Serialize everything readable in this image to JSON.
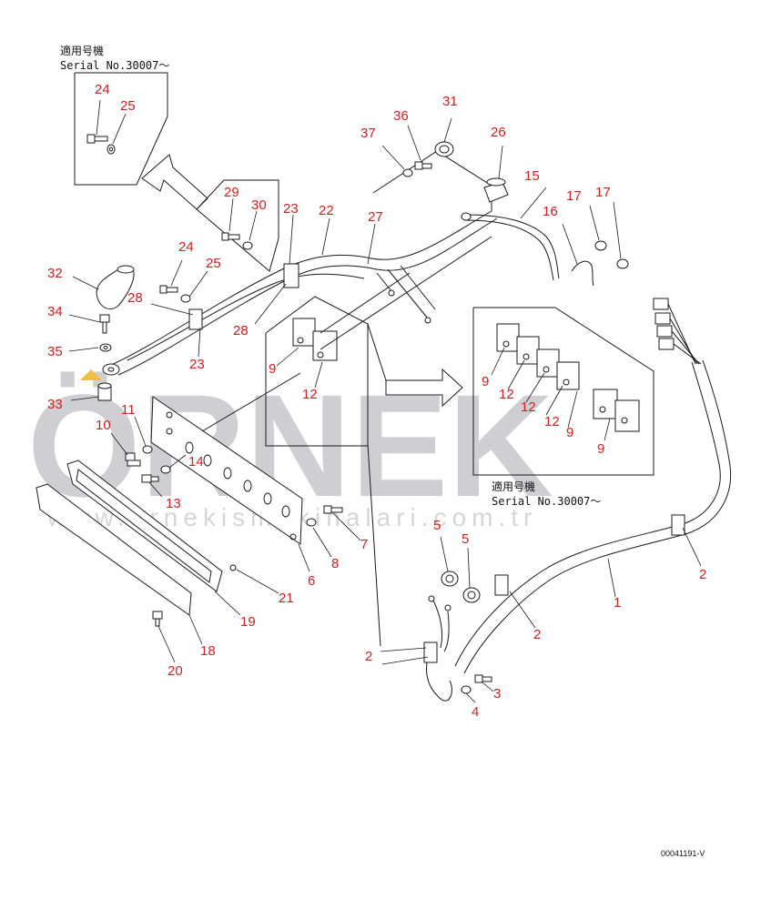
{
  "watermark": {
    "brand": "ÖRNEK",
    "url": "www.ornekismakinalari.com.tr",
    "accent_color": "#f0c040"
  },
  "notes": {
    "top_left_line1": "適用号機",
    "top_left_line2": "Serial No.30007～",
    "mid_right_line1": "適用号機",
    "mid_right_line2": "Serial No.30007～"
  },
  "drawing_code": "00041191-V",
  "callouts": {
    "c1": "1",
    "c2a": "2",
    "c2b": "2",
    "c2c": "2",
    "c3": "3",
    "c4": "4",
    "c5a": "5",
    "c5b": "5",
    "c6": "6",
    "c7": "7",
    "c8": "8",
    "c9a": "9",
    "c9b": "9",
    "c9c": "9",
    "c9d": "9",
    "c10": "10",
    "c11": "11",
    "c12a": "12",
    "c12b": "12",
    "c12c": "12",
    "c12d": "12",
    "c13": "13",
    "c14": "14",
    "c15": "15",
    "c16": "16",
    "c17a": "17",
    "c17b": "17",
    "c18": "18",
    "c19": "19",
    "c20": "20",
    "c21": "21",
    "c22": "22",
    "c23a": "23",
    "c23b": "23",
    "c24a": "24",
    "c24b": "24",
    "c25a": "25",
    "c25b": "25",
    "c26": "26",
    "c27": "27",
    "c28a": "28",
    "c28b": "28",
    "c29": "29",
    "c30": "30",
    "c31": "31",
    "c32": "32",
    "c33": "33",
    "c34": "34",
    "c35": "35",
    "c36": "36",
    "c37": "37"
  },
  "colors": {
    "callout": "#d22020",
    "line": "#1a1a1a"
  }
}
